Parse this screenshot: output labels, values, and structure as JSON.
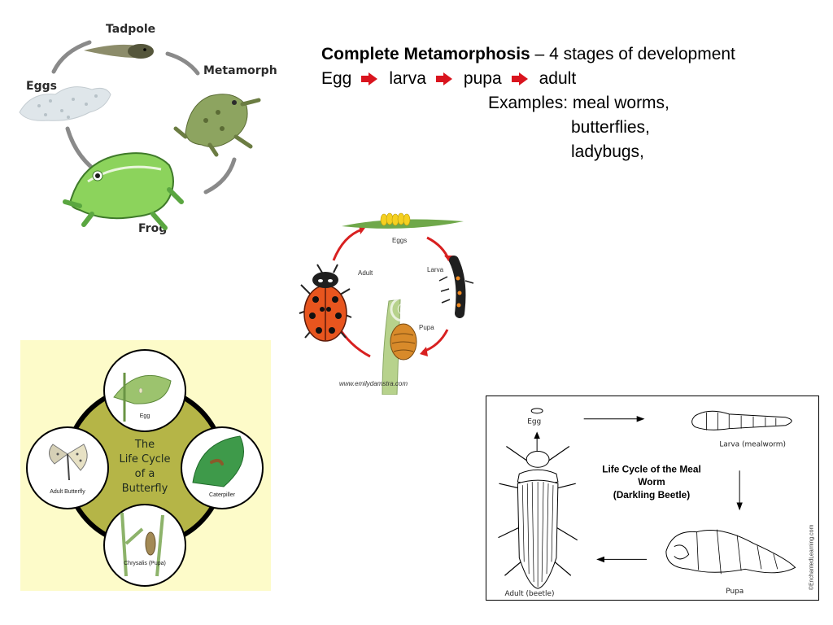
{
  "heading": {
    "title_bold": "Complete Metamorphosis",
    "title_rest": " – 4 stages of development",
    "stages": [
      "Egg",
      "larva",
      "pupa",
      "adult"
    ],
    "examples_label": "Examples: meal worms,",
    "examples_more": [
      "butterflies,",
      "ladybugs,"
    ],
    "arrow_color": "#d9141e"
  },
  "frog_cycle": {
    "labels": {
      "tadpole": "Tadpole",
      "metamorph": "Metamorph",
      "eggs": "Eggs",
      "frog": "Frog"
    }
  },
  "ladybug_cycle": {
    "labels": {
      "eggs": "Eggs",
      "larva": "Larva",
      "pupa": "Pupa",
      "adult": "Adult"
    },
    "watermark": "www.emilydamstra.com",
    "copyright": "©"
  },
  "butterfly_cycle": {
    "center_title": [
      "The",
      "Life Cycle",
      "of a",
      "Butterfly"
    ],
    "labels": {
      "egg": "Egg",
      "caterpillar": "Caterpiller",
      "chrysalis": "Chrysalis (Pupa)",
      "adult": "Adult Butterfly"
    },
    "bg_color": "#fdfbc9",
    "ring_color": "#b5b547"
  },
  "mealworm_cycle": {
    "title": [
      "Life Cycle of the Meal",
      "Worm",
      "(Darkling Beetle)"
    ],
    "labels": {
      "egg": "Egg",
      "larva": "Larva (mealworm)",
      "pupa": "Pupa",
      "adult": "Adult (beetle)"
    },
    "copyright": "©EnchantedLearning.com"
  }
}
